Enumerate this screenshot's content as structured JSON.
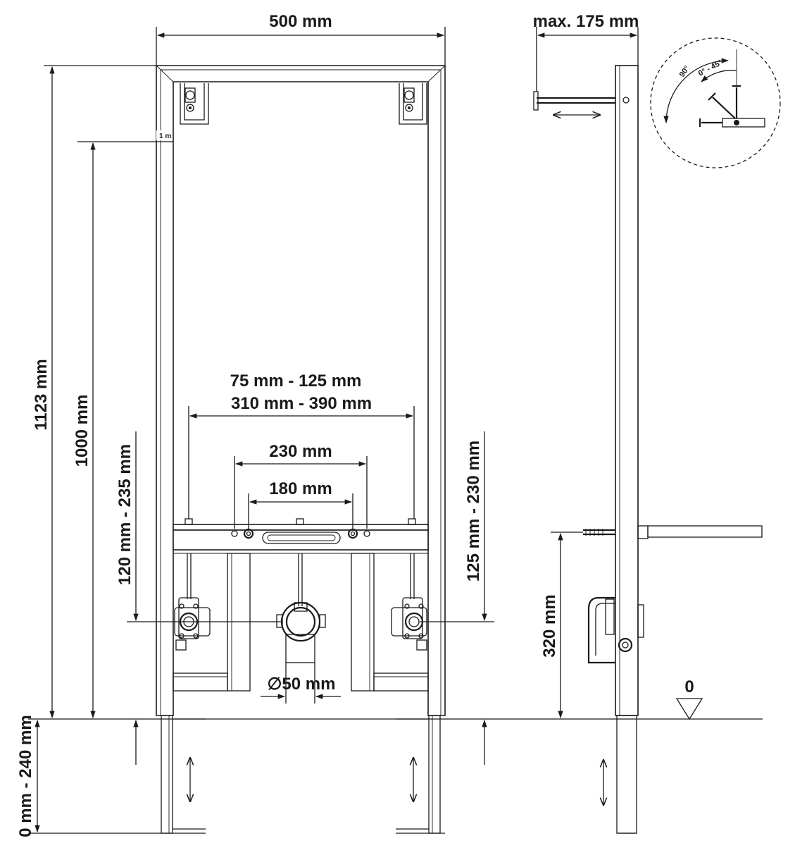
{
  "dimensions": {
    "frame_width": "500 mm",
    "max_depth": "max. 175 mm",
    "total_height": "1123 mm",
    "height_fixing": "1000 mm",
    "top_mark": "1 m",
    "fixing_spacing_a": "75 mm - 125 mm",
    "fixing_spacing_b": "310 mm - 390 mm",
    "supply_230": "230 mm",
    "supply_180": "180 mm",
    "left_height": "120 mm - 235 mm",
    "right_height": "125 mm - 230 mm",
    "waste_diameter": "∅50 mm",
    "side_height": "320 mm",
    "leg_adjust": "0 mm - 240 mm",
    "floor_level": "0"
  },
  "detail": {
    "angle_90": "90°",
    "angle_range": "0° - 45°"
  },
  "colors": {
    "line": "#1a1a1a",
    "background": "#ffffff"
  }
}
